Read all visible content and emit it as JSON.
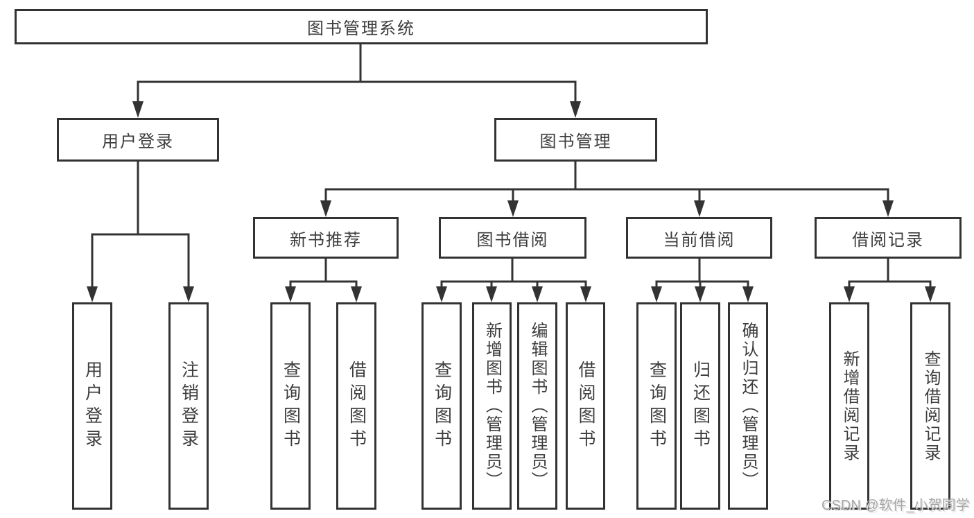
{
  "title": "图书管理系统",
  "watermark": "CSDN @软件_小贺同学",
  "colors": {
    "line": "#333333",
    "text": "#3d3d3d",
    "background": "#ffffff",
    "watermark": "#a6a6a6"
  },
  "tree": {
    "root": {
      "label": "图书管理系统",
      "children": [
        {
          "label": "用户登录",
          "children": [
            {
              "label": "用户登录"
            },
            {
              "label": "注销登录"
            }
          ]
        },
        {
          "label": "图书管理",
          "children": [
            {
              "label": "新书推荐",
              "children": [
                {
                  "label": "查询图书"
                },
                {
                  "label": "借阅图书"
                }
              ]
            },
            {
              "label": "图书借阅",
              "children": [
                {
                  "label": "查询图书"
                },
                {
                  "label": "新增图书（管理员）"
                },
                {
                  "label": "编辑图书（管理员）"
                },
                {
                  "label": "借阅图书"
                }
              ]
            },
            {
              "label": "当前借阅",
              "children": [
                {
                  "label": "查询图书"
                },
                {
                  "label": "归还图书"
                },
                {
                  "label": "确认归还（管理员）"
                }
              ]
            },
            {
              "label": "借阅记录",
              "children": [
                {
                  "label": "新增借阅记录"
                },
                {
                  "label": "查询借阅记录"
                }
              ]
            }
          ]
        }
      ]
    }
  }
}
